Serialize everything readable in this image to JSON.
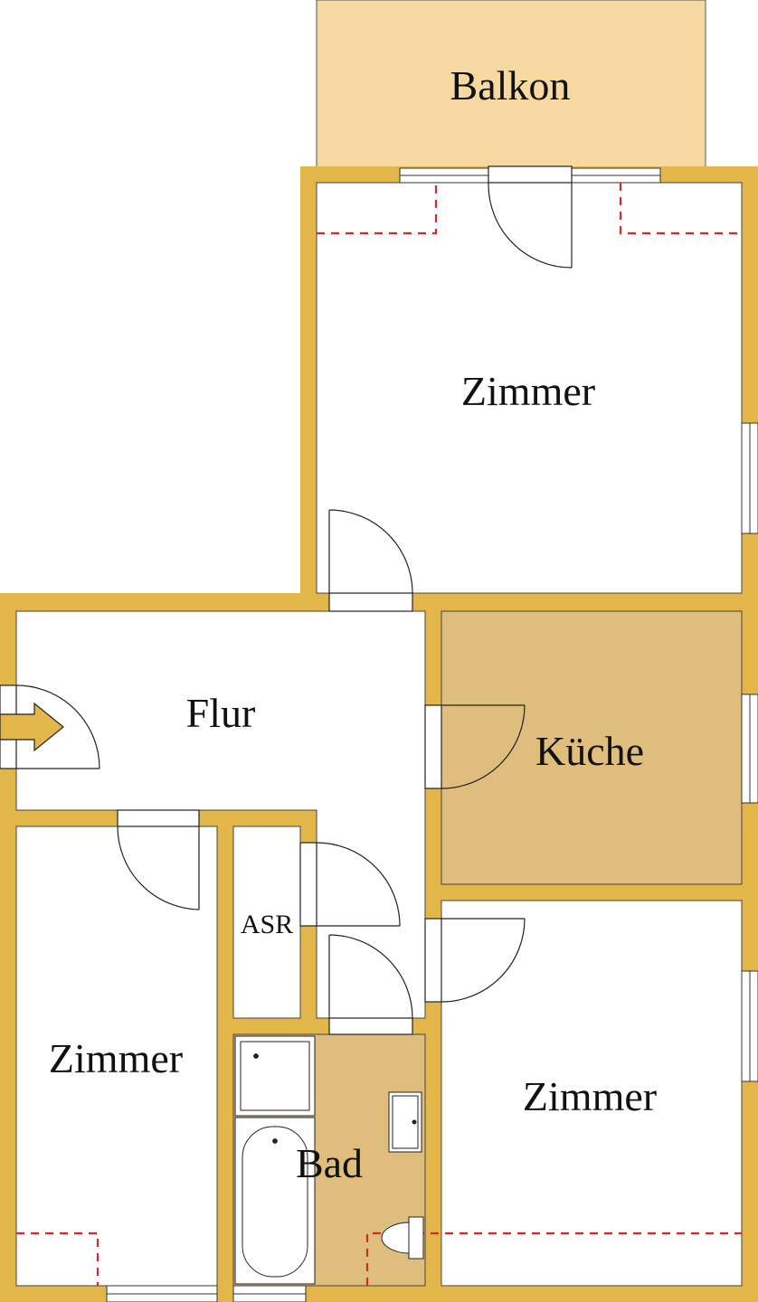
{
  "colors": {
    "wall": "#E3B64A",
    "balcony": "#F6D9A0",
    "kitchen": "#DFBD7D",
    "bath": "#DFBD7D",
    "floor": "#FFFFFF",
    "line": "#222222",
    "dashed": "#D12B2B",
    "window": "#FFFFFF"
  },
  "rooms": {
    "balkon": "Balkon",
    "zimmer_top": "Zimmer",
    "flur": "Flur",
    "kueche": "Küche",
    "asr": "ASR",
    "zimmer_left": "Zimmer",
    "bad": "Bad",
    "zimmer_right": "Zimmer"
  },
  "icons": {
    "entrance": "entrance-arrow-icon",
    "bathtub": "bathtub-icon",
    "shower": "shower-tray-icon",
    "sink": "sink-icon",
    "toilet": "toilet-icon"
  }
}
